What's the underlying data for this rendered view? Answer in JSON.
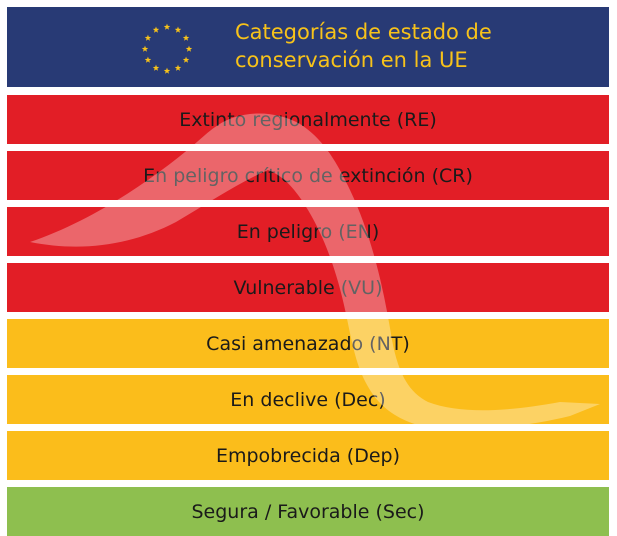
{
  "header": {
    "title_line1": "Categorías de estado de",
    "title_line2": "conservación en la UE"
  },
  "colors": {
    "header_bg": "#283a75",
    "header_text": "#f7c21a",
    "threatened": "#e21e26",
    "near": "#fbbd1b",
    "secure": "#8ebf4f"
  },
  "categories": [
    {
      "label": "Extinto regionalmente (RE)",
      "color": "#e21e26"
    },
    {
      "label": "En peligro crítico de extinción (CR)",
      "color": "#e21e26"
    },
    {
      "label": "En peligro (EN)",
      "color": "#e21e26"
    },
    {
      "label": "Vulnerable (VU)",
      "color": "#e21e26"
    },
    {
      "label": "Casi amenazado (NT)",
      "color": "#fbbd1b"
    },
    {
      "label": "En declive (Dec)",
      "color": "#fbbd1b"
    },
    {
      "label": "Empobrecida (Dep)",
      "color": "#fbbd1b"
    },
    {
      "label": "Segura / Favorable (Sec)",
      "color": "#8ebf4f"
    }
  ],
  "icons": {
    "eu_flag": "eu-stars-icon",
    "watermark": "bird-silhouette-icon"
  }
}
